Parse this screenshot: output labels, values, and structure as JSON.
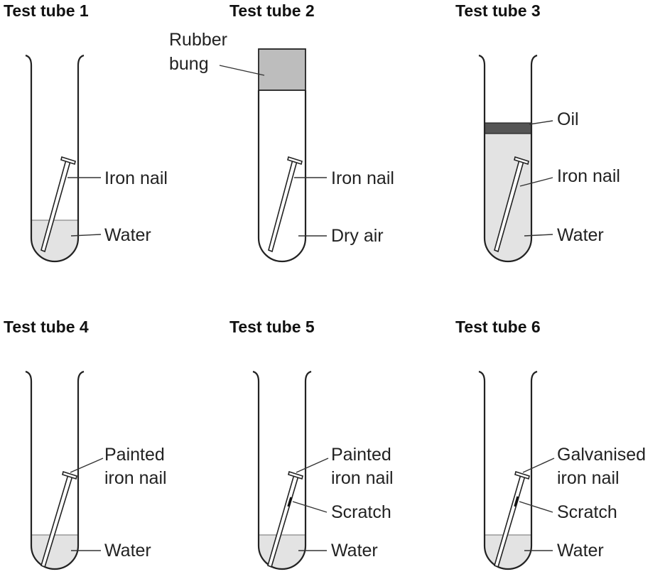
{
  "tubes": [
    {
      "title": "Test tube 1",
      "labels": {
        "nail": "Iron nail",
        "liquid": "Water"
      }
    },
    {
      "title": "Test tube 2",
      "labels": {
        "bung_1": "Rubber",
        "bung_2": "bung",
        "nail": "Iron nail",
        "liquid": "Dry air"
      }
    },
    {
      "title": "Test tube 3",
      "labels": {
        "oil": "Oil",
        "nail": "Iron nail",
        "liquid": "Water"
      }
    },
    {
      "title": "Test tube 4",
      "labels": {
        "nail_1": "Painted",
        "nail_2": "iron nail",
        "liquid": "Water"
      }
    },
    {
      "title": "Test tube 5",
      "labels": {
        "nail_1": "Painted",
        "nail_2": "iron nail",
        "scratch": "Scratch",
        "liquid": "Water"
      }
    },
    {
      "title": "Test tube 6",
      "labels": {
        "nail_1": "Galvanised",
        "nail_2": "iron nail",
        "scratch": "Scratch",
        "liquid": "Water"
      }
    }
  ],
  "colors": {
    "liquid": "#e3e3e3",
    "bung": "#bdbdbd",
    "oil": "#555555",
    "outline": "#222222"
  }
}
